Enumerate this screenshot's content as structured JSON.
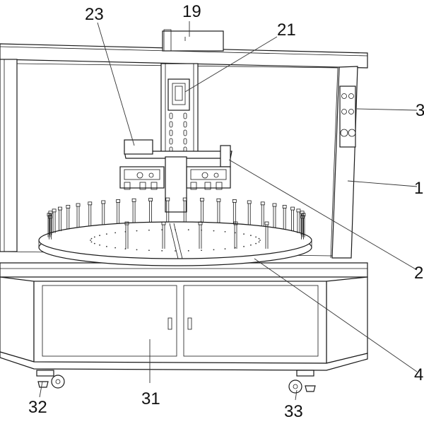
{
  "callouts": [
    {
      "id": "c19",
      "text": "19"
    },
    {
      "id": "c21",
      "text": "21"
    },
    {
      "id": "c23",
      "text": "23"
    },
    {
      "id": "c3",
      "text": "3"
    },
    {
      "id": "c1",
      "text": "1"
    },
    {
      "id": "c2",
      "text": "2"
    },
    {
      "id": "c4",
      "text": "4"
    },
    {
      "id": "c31",
      "text": "31"
    },
    {
      "id": "c32",
      "text": "32"
    },
    {
      "id": "c33",
      "text": "33"
    }
  ]
}
